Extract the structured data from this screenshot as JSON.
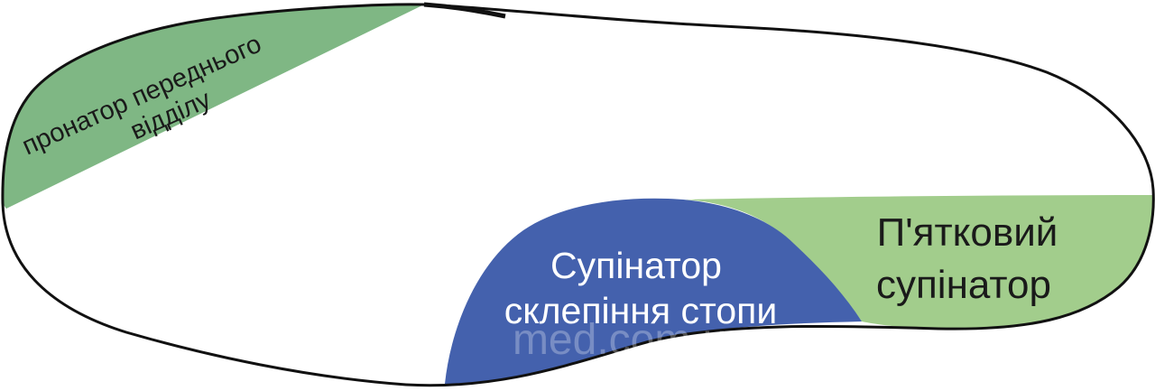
{
  "regions": {
    "forefoot": {
      "line1": "пронатор переднього",
      "line2": "відділу",
      "fill": "#7fb784"
    },
    "arch": {
      "line1": "Супінатор",
      "line2": "склепіння стопи",
      "fill": "#4461ad",
      "text_color": "#ffffff"
    },
    "heel": {
      "line1": "П'ятковий",
      "line2": "супінатор",
      "fill": "#a2cd8c",
      "text_color": "#1a1a1a"
    }
  },
  "outline_color": "#111111",
  "watermark": "med.com.ua"
}
